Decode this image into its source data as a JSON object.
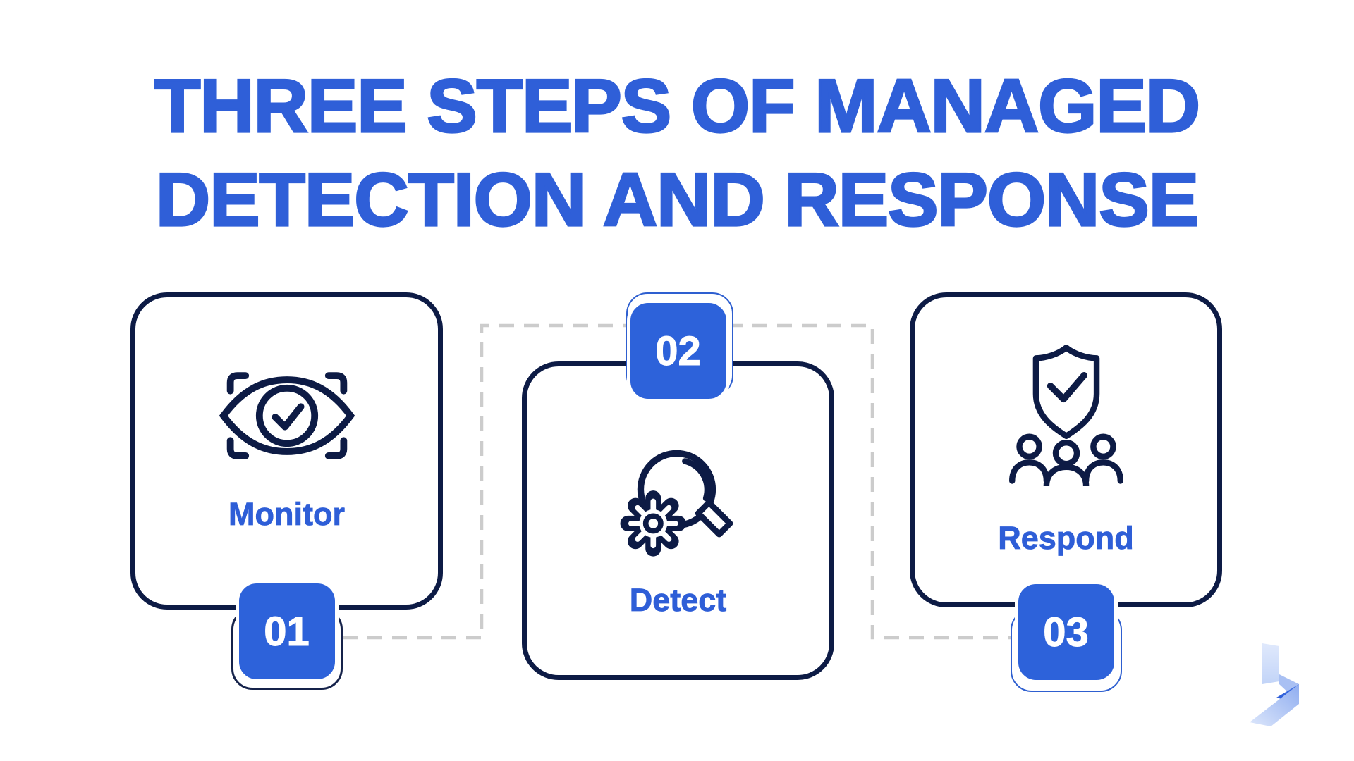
{
  "title": {
    "line1": "THREE STEPS OF MANAGED",
    "line2": "DETECTION AND RESPONSE"
  },
  "steps": [
    {
      "number": "01",
      "label": "Monitor",
      "icon": "eye-scan-icon",
      "badge_position": "bottom"
    },
    {
      "number": "02",
      "label": "Detect",
      "icon": "magnifier-gear-icon",
      "badge_position": "top"
    },
    {
      "number": "03",
      "label": "Respond",
      "icon": "shield-team-icon",
      "badge_position": "bottom"
    }
  ],
  "logo_icon": "brand-logo-icon",
  "colors": {
    "accent_blue": "#2f5fd8",
    "badge_blue": "#2d62da",
    "navy": "#0d1b45",
    "dash_gray": "#cccccc",
    "background": "#ffffff"
  }
}
